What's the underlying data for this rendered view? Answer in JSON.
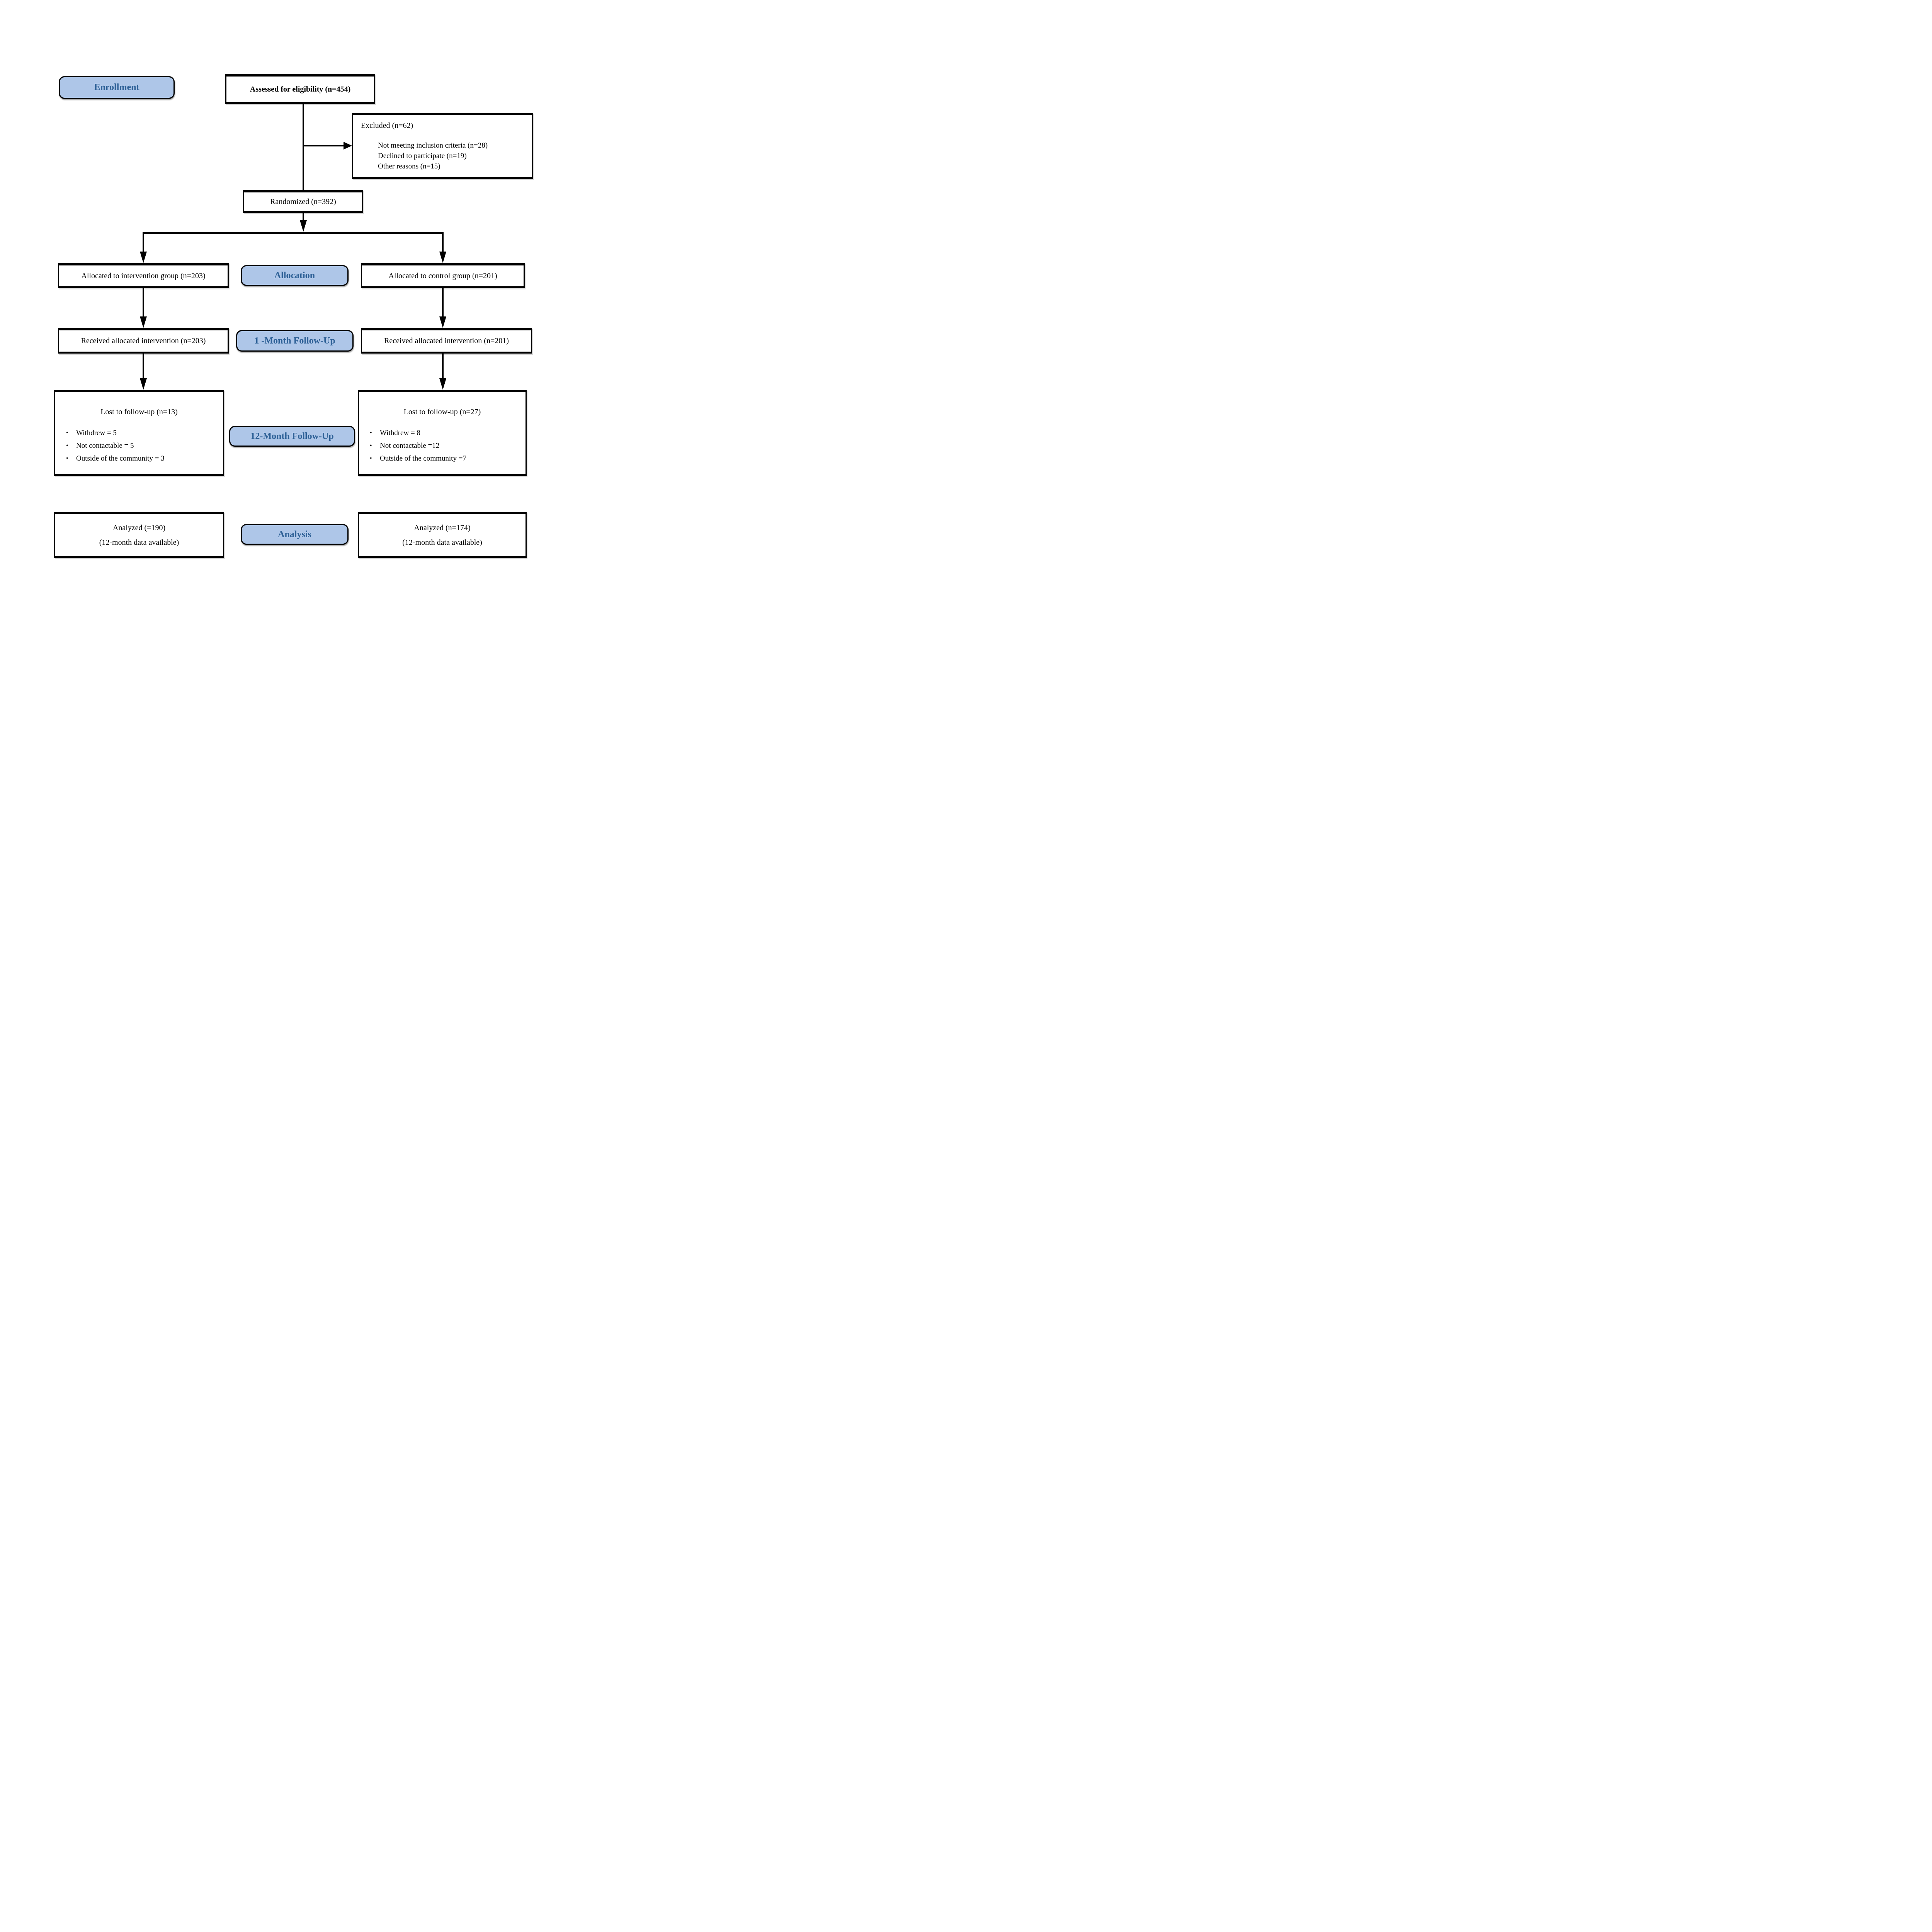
{
  "colors": {
    "stage_fill": "#aec6e8",
    "stage_text": "#2d6096",
    "box_border": "#000000",
    "background": "#ffffff"
  },
  "stages": {
    "enrollment": "Enrollment",
    "allocation": "Allocation",
    "month1": "1 -Month Follow-Up",
    "month12": "12-Month Follow-Up",
    "analysis": "Analysis"
  },
  "boxes": {
    "assessed": "Assessed for eligibility (n=454)",
    "excluded": {
      "title": "Excluded (n=62)",
      "reasons": [
        "Not meeting inclusion criteria (n=28)",
        "Declined to participate (n=19)",
        "Other reasons (n=15)"
      ]
    },
    "randomized": "Randomized (n=392)",
    "allocated_intervention": "Allocated to intervention group (n=203)",
    "allocated_control": "Allocated to control group (n=201)",
    "received_intervention": "Received allocated intervention (n=203)",
    "received_control": "Received allocated intervention (n=201)",
    "lost_intervention": {
      "title": "Lost to follow-up (n=13)",
      "reasons": [
        "Withdrew = 5",
        "Not contactable = 5",
        "Outside of the community = 3"
      ]
    },
    "lost_control": {
      "title": "Lost to follow-up (n=27)",
      "reasons": [
        "Withdrew = 8",
        "Not contactable =12",
        "Outside of the community =7"
      ]
    },
    "analyzed_intervention": {
      "line1": "Analyzed (=190)",
      "line2": "(12-month data available)"
    },
    "analyzed_control": {
      "line1": "Analyzed (n=174)",
      "line2": "(12-month data available)"
    }
  }
}
